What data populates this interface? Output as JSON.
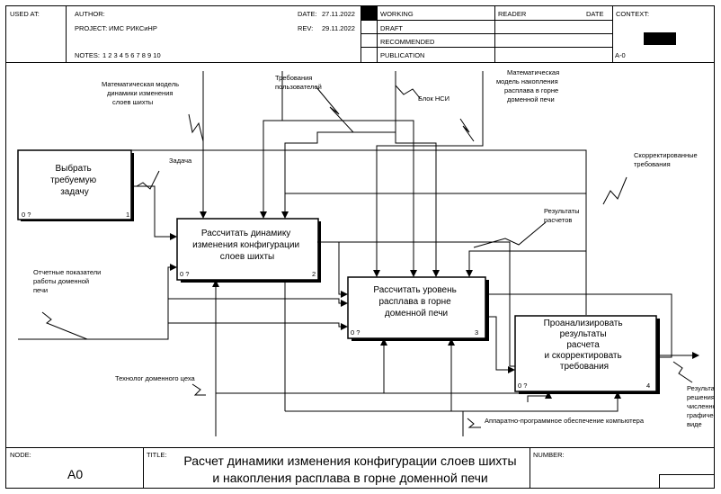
{
  "header": {
    "used_at": "USED AT:",
    "author_label": "AUTHOR:",
    "project_label": "PROJECT:",
    "project_value": "ИМС РИКСиНР",
    "notes_label": "NOTES:",
    "notes_value": "1 2 3 4 5 6 7 8 9 10",
    "date_label": "DATE:",
    "date_value": "27.11.2022",
    "rev_label": "REV:",
    "rev_value": "29.11.2022",
    "status": [
      "WORKING",
      "DRAFT",
      "RECOMMENDED",
      "PUBLICATION"
    ],
    "reader_label": "READER",
    "reader_date_label": "DATE",
    "context_label": "CONTEXT:",
    "context_node": "A-0"
  },
  "boxes": [
    {
      "label_lines": [
        "Выбрать",
        "требуемую",
        "задачу"
      ],
      "cost": "0 ?",
      "num": "1"
    },
    {
      "label_lines": [
        "Рассчитать динамику",
        "изменения конфигурации",
        "слоев шихты"
      ],
      "cost": "0 ?",
      "num": "2"
    },
    {
      "label_lines": [
        "Рассчитать уровень",
        "расплава в горне",
        "доменной печи"
      ],
      "cost": "0 ?",
      "num": "3"
    },
    {
      "label_lines": [
        "Проанализировать",
        "результаты",
        "расчета",
        "и скорректировать",
        "требования"
      ],
      "cost": "0 ?",
      "num": "4"
    }
  ],
  "arrow_labels": {
    "math_model_dyn": [
      "Математическая модель",
      "динамики изменения",
      "слоев шихты"
    ],
    "user_req": [
      "Требования",
      "пользователей"
    ],
    "nsi": [
      "Блок НСИ"
    ],
    "math_model_acc": [
      "Математическая",
      "модель накопления",
      "расплава в горне",
      "доменной печи"
    ],
    "task": [
      "Задача"
    ],
    "corrected_req": [
      "Скорректированные",
      "требования"
    ],
    "calc_results": [
      "Результаты",
      "расчетов"
    ],
    "reports": [
      "Отчетные показатели",
      "работы доменной",
      "печи"
    ],
    "technologist": [
      "Технолог доменного цеха"
    ],
    "hardware": [
      "Аппаратно-программное обеспечение компьютера"
    ],
    "results": [
      "Результаты",
      "решения в",
      "численном и",
      "графическом",
      "виде"
    ]
  },
  "footer": {
    "node_label": "NODE:",
    "node_value": "A0",
    "title_label": "TITLE:",
    "title_lines": [
      "Расчет динамики  изменения конфигурации  слоев шихты",
      "и накопления расплава  в горне доменной печи"
    ],
    "number_label": "NUMBER:"
  },
  "colors": {
    "line": "#000000",
    "background": "#ffffff"
  }
}
